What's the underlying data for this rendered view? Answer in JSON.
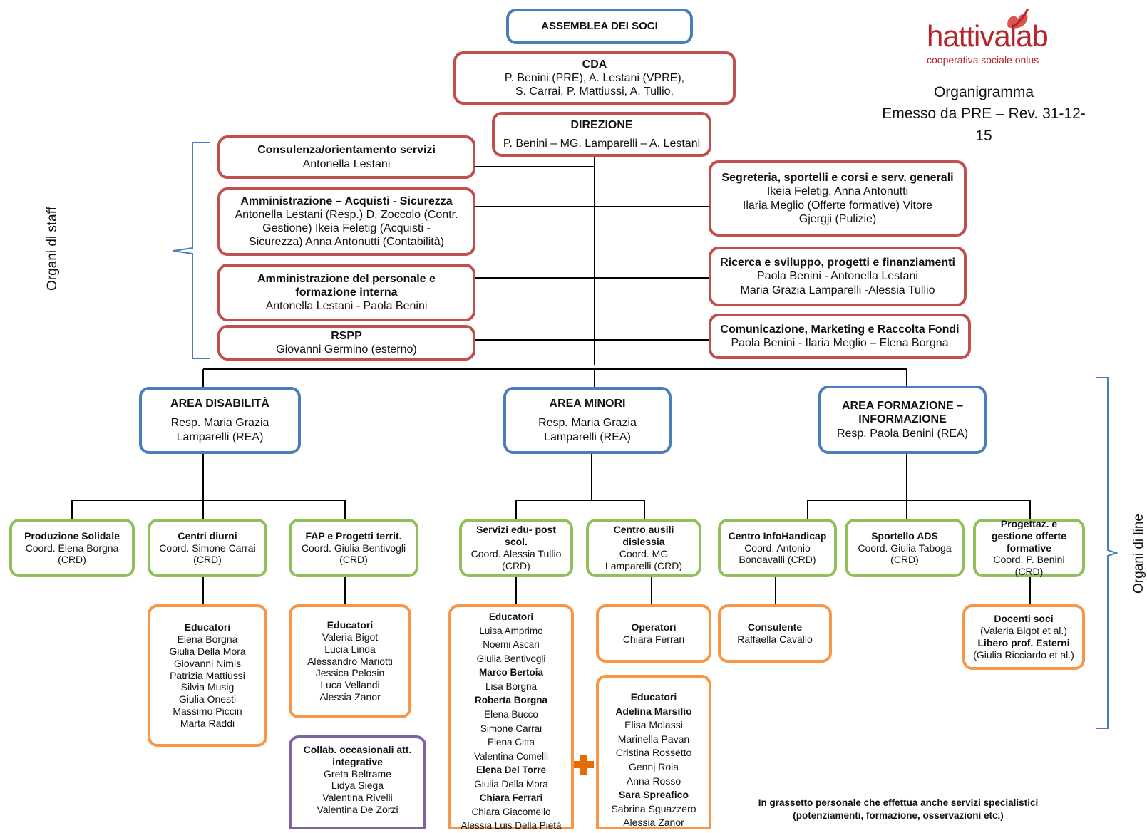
{
  "header": {
    "logo": {
      "brand": "hattivalab",
      "tagline": "cooperativa sociale onlus"
    },
    "title": "Organigramma",
    "revision": "Emesso da PRE – Rev. 31-12-15"
  },
  "labels": {
    "staff": "Organi di staff",
    "line": "Organi di line"
  },
  "top": {
    "assemblea": {
      "title": "ASSEMBLEA DEI SOCI"
    },
    "cda": {
      "title": "CDA",
      "lines": [
        "P. Benini (PRE), A. Lestani (VPRE),",
        "S. Carrai, P. Mattiussi, A. Tullio,"
      ]
    },
    "direzione": {
      "title": "DIREZIONE",
      "lines": [
        "P. Benini – MG. Lamparelli – A. Lestani"
      ]
    }
  },
  "staff_left": [
    {
      "title": "Consulenza/orientamento servizi",
      "lines": [
        "Antonella Lestani"
      ]
    },
    {
      "title": "Amministrazione – Acquisti - Sicurezza",
      "lines": [
        "Antonella Lestani (Resp.) D. Zoccolo (Contr.",
        "Gestione) Ikeia Feletig (Acquisti -",
        "Sicurezza) Anna Antonutti (Contabilità)"
      ]
    },
    {
      "title": "Amministrazione del personale e formazione interna",
      "lines": [
        "Antonella Lestani - Paola Benini"
      ]
    },
    {
      "title": "RSPP",
      "lines": [
        "Giovanni Germino (esterno)"
      ]
    }
  ],
  "staff_right": [
    {
      "title": "Segreteria, sportelli  e corsi e serv. generali",
      "lines": [
        "Ikeia Feletig, Anna Antonutti",
        "Ilaria Meglio (Offerte formative) Vitore",
        "Gjergji (Pulizie)"
      ]
    },
    {
      "title": "Ricerca e sviluppo, progetti e finanziamenti",
      "lines": [
        "Paola Benini - Antonella Lestani",
        "Maria Grazia Lamparelli -Alessia Tullio"
      ]
    },
    {
      "title": "Comunicazione, Marketing e Raccolta Fondi",
      "lines": [
        "Paola Benini - Ilaria Meglio – Elena Borgna"
      ]
    }
  ],
  "areas": [
    {
      "title": "AREA DISABILITÀ",
      "lines": [
        "Resp. Maria Grazia",
        "Lamparelli (REA)"
      ]
    },
    {
      "title": "AREA  MINORI",
      "lines": [
        "Resp. Maria Grazia",
        "Lamparelli (REA)"
      ]
    },
    {
      "title": "AREA FORMAZIONE – INFORMAZIONE",
      "lines": [
        "Resp. Paola Benini (REA)"
      ]
    }
  ],
  "units": [
    {
      "title": "Produzione Solidale",
      "lines": [
        "Coord. Elena Borgna",
        "(CRD)"
      ]
    },
    {
      "title": "Centri diurni",
      "lines": [
        "Coord. Simone Carrai",
        "(CRD)"
      ]
    },
    {
      "title": "FAP e Progetti territ.",
      "lines": [
        "Coord. Giulia Bentivogli",
        "(CRD)"
      ]
    },
    {
      "title": "Servizi edu- post scol.",
      "lines": [
        "Coord. Alessia Tullio",
        "(CRD)"
      ]
    },
    {
      "title": "Centro ausili dislessia",
      "lines": [
        "Coord. MG",
        "Lamparelli (CRD)"
      ]
    },
    {
      "title": "Centro InfoHandicap",
      "lines": [
        "Coord. Antonio",
        "Bondavalli (CRD)"
      ]
    },
    {
      "title": "Sportello ADS",
      "lines": [
        "Coord. Giulia Taboga",
        "(CRD)"
      ]
    },
    {
      "title": "Progettaz. e gestione offerte formative",
      "lines": [
        "Coord. P. Benini",
        "(CRD)"
      ]
    }
  ],
  "staff_groups": {
    "educatori_centri": {
      "title": "Educatori",
      "lines": [
        "Elena Borgna",
        "Giulia Della Mora",
        "Giovanni Nimis",
        "Patrizia Mattiussi",
        "Silvia Musig",
        "Giulia Onesti",
        "Massimo Piccin",
        "Marta Raddi"
      ]
    },
    "educatori_fap": {
      "title": "Educatori",
      "lines": [
        "Valeria Bigot",
        "Lucia Linda",
        "Alessandro Mariotti",
        "Jessica Pelosin",
        "Luca Vellandi",
        "Alessia Zanor"
      ]
    },
    "collab": {
      "title": "Collab. occasionali att. integrative",
      "lines": [
        "Greta Beltrame",
        "Lidya Siega",
        "Valentina Rivelli",
        "Valentina De Zorzi"
      ]
    },
    "educatori_servizi": {
      "title": "Educatori",
      "lines": [
        "Luisa  Amprimo",
        "Noemi Ascari",
        "Giulia Bentivogli",
        "Marco Bertoia",
        "Lisa Borgna",
        "Roberta Borgna",
        "Elena Bucco",
        "Simone Carrai",
        "Elena Citta",
        "Valentina Comelli",
        "Elena Del Torre",
        "Giulia Della Mora",
        "Chiara Ferrari",
        "Chiara Giacomello",
        "Alessia Luis Della Pietà"
      ]
    },
    "operatori": {
      "title": "Operatori",
      "lines": [
        "Chiara Ferrari"
      ]
    },
    "educatori_ausili": {
      "title": "Educatori",
      "lines": [
        "Adelina Marsilio",
        "Elisa Molassi",
        "Marinella Pavan",
        "Cristina Rossetto",
        "Gennj Roia",
        "Anna Rosso",
        "Sara Spreafico",
        "Sabrina Sguazzero",
        "Alessia Zanor"
      ]
    },
    "consulente": {
      "title": "Consulente",
      "lines": [
        "Raffaella  Cavallo"
      ]
    },
    "docenti": {
      "title": "Docenti soci",
      "lines": [
        "(Valeria Bigot et al.)",
        "Libero prof.  Esterni",
        "(Giulia Ricciardo et al.)"
      ]
    }
  },
  "note": [
    "In grassetto personale che effettua anche servizi specialistici",
    "(potenziamenti, formazione, osservazioni etc.)"
  ]
}
